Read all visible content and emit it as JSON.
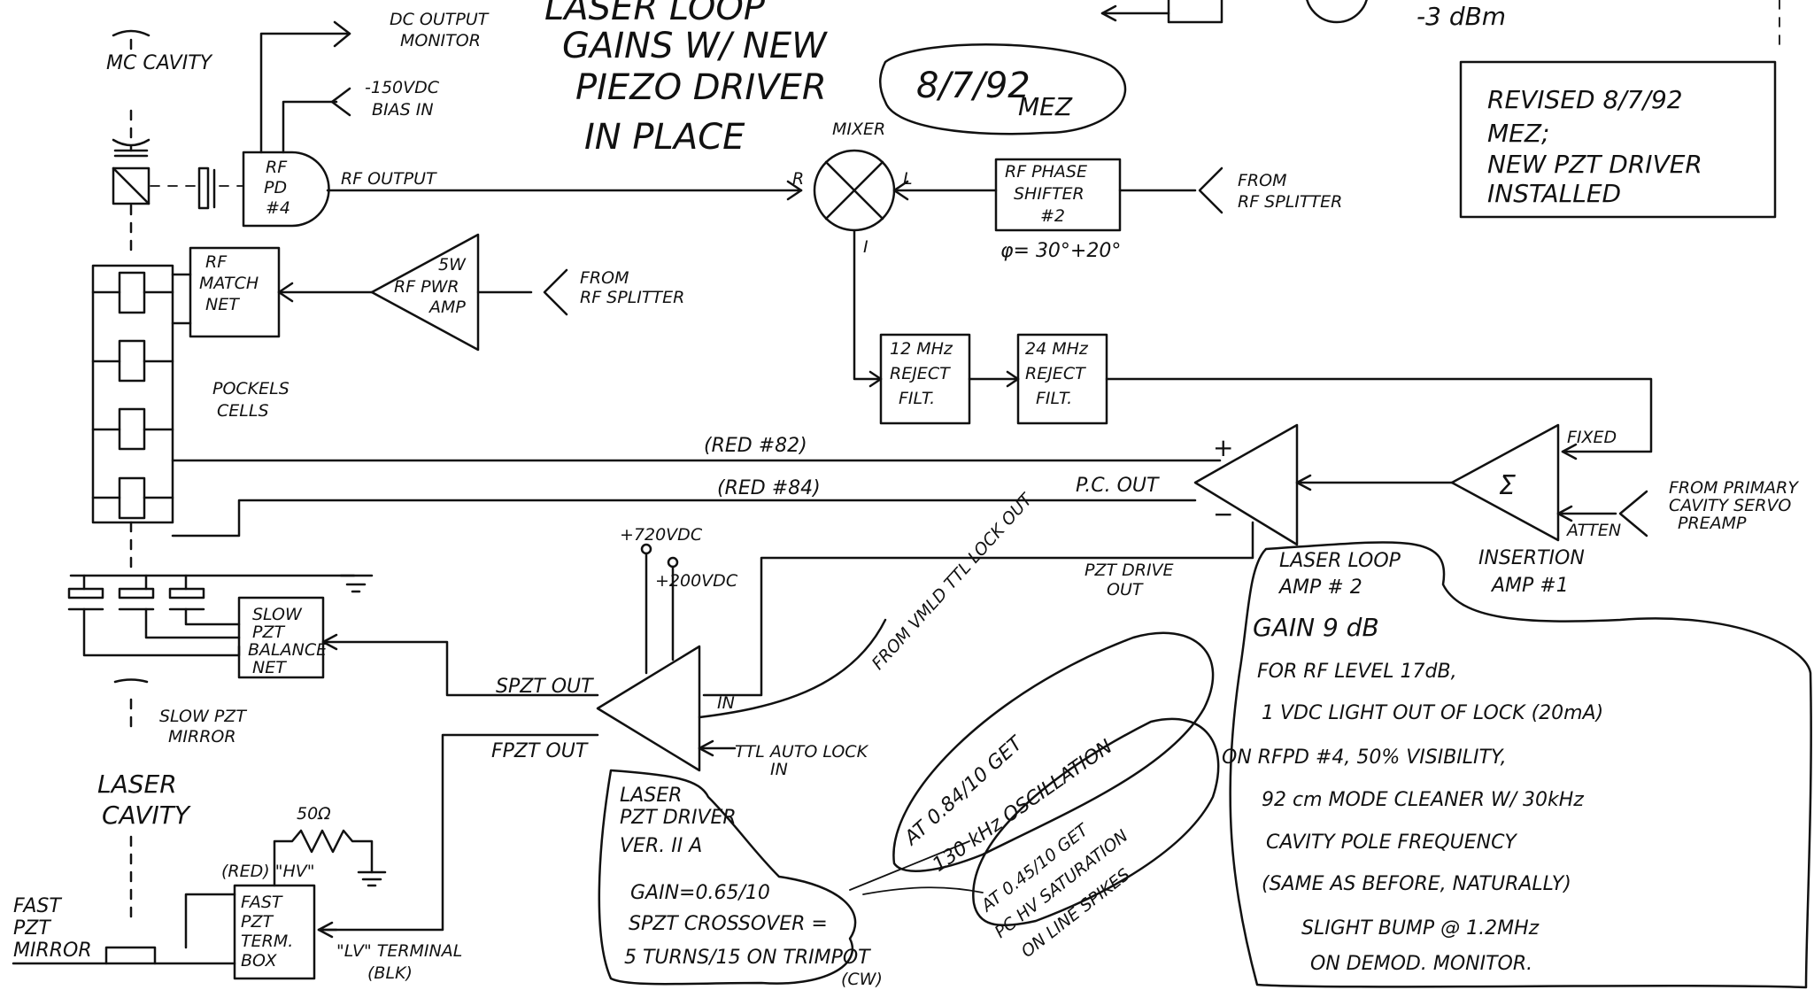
{
  "header_note": {
    "line1": "LASER LOOP",
    "line2": "GAINS W/ NEW",
    "line3": "PIEZO DRIVER",
    "line4": "IN PLACE",
    "stamp_date": "8/7/92",
    "stamp_initials": "MEZ"
  },
  "top_right": {
    "level": "-3 dBm"
  },
  "revision_box": {
    "line1": "REVISED 8/7/92",
    "line2": "MEZ;",
    "line3": "NEW PZT DRIVER",
    "line4": "INSTALLED"
  },
  "left_column": {
    "mc_cavity": "MC CAVITY",
    "pockels": "POCKELS CELLS",
    "slow_pzt_mirror": "SLOW PZT MIRROR",
    "laser_cavity": "LASER CAVITY",
    "fast_pzt_mirror": "FAST PZT MIRROR"
  },
  "blocks": {
    "rfpd": "RF PD #4",
    "dc_output": "DC OUTPUT MONITOR",
    "bias_in": "-150VDC BIAS IN",
    "rf_output": "RF OUTPUT",
    "mixer": "MIXER",
    "mixer_r": "R",
    "mixer_l": "L",
    "mixer_i": "I",
    "phase_shifter": "RF PHASE SHIFTER #2",
    "phase_value": "φ= 30°+20°",
    "from_rf_splitter_1": "FROM RF SPLITTER",
    "rf_match": "RF MATCH NET",
    "rf_amp": "5W RF PWR AMP",
    "from_rf_splitter_2": "FROM RF SPLITTER",
    "filt12": "12 MHz REJECT FILT.",
    "filt24": "24 MHz REJECT FILT.",
    "red82": "(RED #82)",
    "red84": "(RED #84)",
    "pc_out": "P.C. OUT",
    "plus": "+",
    "minus": "−",
    "sigma": "Σ",
    "fixed": "FIXED",
    "atten": "ATTEN",
    "from_primary": "FROM PRIMARY CAVITY SERVO PREAMP",
    "insertion_amp": "INSERTION AMP #1",
    "laser_loop_amp": "LASER LOOP AMP #2",
    "pzt_drive_out": "PZT DRIVE OUT",
    "v720": "+720VDC",
    "v200": "+200VDC",
    "slow_pzt_balance": "SLOW PZT BALANCE NET",
    "spzt_out": "SPZT OUT",
    "fpzt_out": "FPZT OUT",
    "in_label": "IN",
    "from_vmld": "FROM VMLD TTL LOCK OUT",
    "ttl_autolock": "TTL AUTO LOCK IN",
    "resistor": "50Ω",
    "red_hv": "(RED) \"HV\"",
    "fast_pzt_box": "FAST PZT TERM. BOX",
    "lv_terminal": "\"LV\" TERMINAL (BLK)"
  },
  "driver_note": {
    "line1": "LASER",
    "line2": "PZT DRIVER",
    "line3": "VER. II A",
    "line4": "GAIN=0.65/10",
    "line5": "SPZT CROSSOVER =",
    "line6": "5 TURNS/15 ON TRIMPOT",
    "line7": "(CW)"
  },
  "osc_note": {
    "line1": "AT 0.84/10 GET",
    "line2": "130 kHz OSCILLATION"
  },
  "sat_note": {
    "line1": "AT 0.45/10 GET",
    "line2": "PC HV SATURATION",
    "line3": "ON LINE SPIKES"
  },
  "gain_note": {
    "line1": "GAIN 9 dB",
    "line2": "FOR RF LEVEL 17dB,",
    "line3": "1 VDC LIGHT OUT OF LOCK (20mA)",
    "line4": "ON RFPD #4, 50% VISIBILITY,",
    "line5": "92 cm MODE CLEANER W/ 30kHz",
    "line6": "CAVITY POLE FREQUENCY",
    "line7": "(SAME AS BEFORE, NATURALLY)",
    "line8": "SLIGHT BUMP @ 1.2MHz",
    "line9": "ON DEMOD. MONITOR."
  }
}
